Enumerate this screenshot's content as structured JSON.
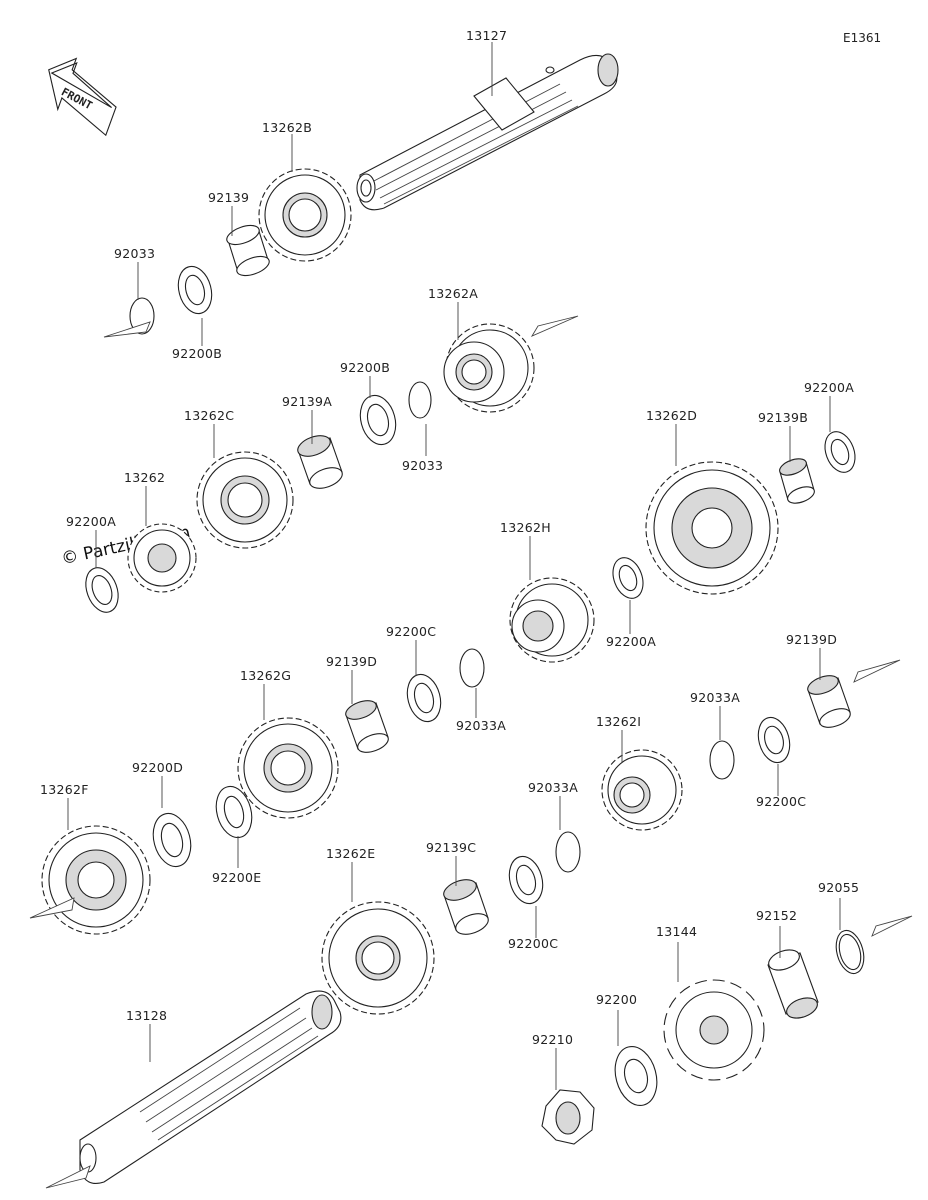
{
  "diagram": {
    "id": "E1361",
    "front_label": "FRONT",
    "watermark": "© Partzilla.com",
    "parts": [
      {
        "key": "p13127",
        "number": "13127"
      },
      {
        "key": "p13262B",
        "number": "13262B"
      },
      {
        "key": "p92139_top",
        "number": "92139"
      },
      {
        "key": "p92033_top",
        "number": "92033"
      },
      {
        "key": "p92200B_top",
        "number": "92200B"
      },
      {
        "key": "p13262A",
        "number": "13262A"
      },
      {
        "key": "p92200B_mid",
        "number": "92200B"
      },
      {
        "key": "p92139A",
        "number": "92139A"
      },
      {
        "key": "p92033_mid",
        "number": "92033"
      },
      {
        "key": "p13262C",
        "number": "13262C"
      },
      {
        "key": "p13262",
        "number": "13262"
      },
      {
        "key": "p92200A_left",
        "number": "92200A"
      },
      {
        "key": "p13262D",
        "number": "13262D"
      },
      {
        "key": "p92139B",
        "number": "92139B"
      },
      {
        "key": "p92200A_right",
        "number": "92200A"
      },
      {
        "key": "p13262H",
        "number": "13262H"
      },
      {
        "key": "p92200A_mid",
        "number": "92200A"
      },
      {
        "key": "p92200C_a",
        "number": "92200C"
      },
      {
        "key": "p92139D_a",
        "number": "92139D"
      },
      {
        "key": "p92033A_a",
        "number": "92033A"
      },
      {
        "key": "p92139D_b",
        "number": "92139D"
      },
      {
        "key": "p13262G",
        "number": "13262G"
      },
      {
        "key": "p92033A_b",
        "number": "92033A"
      },
      {
        "key": "p13262I",
        "number": "13262I"
      },
      {
        "key": "p92200C_b",
        "number": "92200C"
      },
      {
        "key": "p13262F",
        "number": "13262F"
      },
      {
        "key": "p92200D",
        "number": "92200D"
      },
      {
        "key": "p92200E",
        "number": "92200E"
      },
      {
        "key": "p92033A_c",
        "number": "92033A"
      },
      {
        "key": "p13262E",
        "number": "13262E"
      },
      {
        "key": "p92139C",
        "number": "92139C"
      },
      {
        "key": "p92200C_c",
        "number": "92200C"
      },
      {
        "key": "p92055",
        "number": "92055"
      },
      {
        "key": "p13144",
        "number": "13144"
      },
      {
        "key": "p92152",
        "number": "92152"
      },
      {
        "key": "p92200",
        "number": "92200"
      },
      {
        "key": "p92210",
        "number": "92210"
      },
      {
        "key": "p13128",
        "number": "13128"
      }
    ]
  }
}
